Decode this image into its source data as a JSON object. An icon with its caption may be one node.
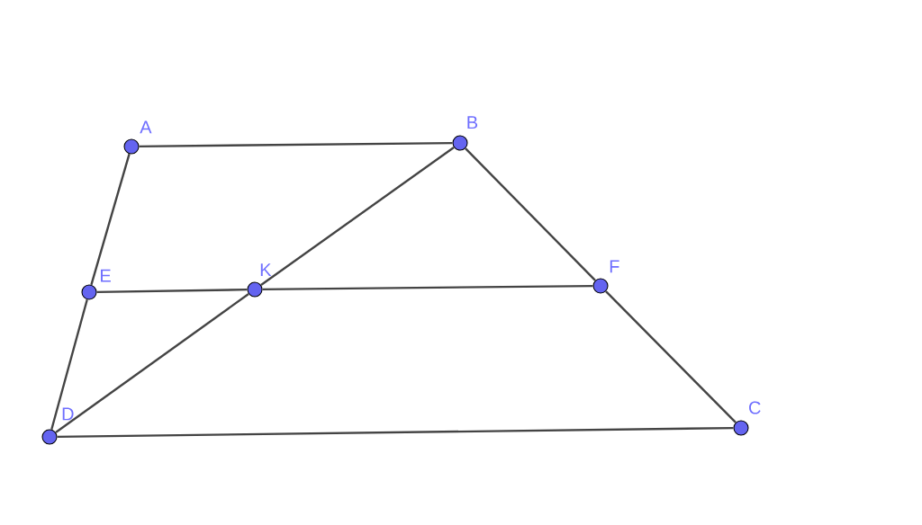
{
  "diagram": {
    "nodes": [
      {
        "text": [
          "A"
        ]
      },
      {
        "text": [
          "B"
        ]
      },
      {
        "text": [
          "C"
        ]
      },
      {
        "text": [
          "D"
        ]
      },
      {
        "text": [
          "E"
        ]
      },
      {
        "text": [
          "F"
        ]
      },
      {
        "text": [
          "K"
        ]
      }
    ],
    "edges": [
      {
        "from": 0,
        "to": 1,
        "arrow": "none"
      },
      {
        "from": 0,
        "to": 4,
        "arrow": "none"
      },
      {
        "from": 4,
        "to": 3,
        "arrow": "none"
      },
      {
        "from": 1,
        "to": 5,
        "arrow": "none"
      },
      {
        "from": 5,
        "to": 2,
        "arrow": "none"
      },
      {
        "from": 3,
        "to": 2,
        "arrow": "none"
      },
      {
        "from": 4,
        "to": 6,
        "arrow": "none"
      },
      {
        "from": 6,
        "to": 5,
        "arrow": "none"
      },
      {
        "from": 3,
        "to": 6,
        "arrow": "none"
      },
      {
        "from": 6,
        "to": 1,
        "arrow": "none"
      }
    ]
  }
}
